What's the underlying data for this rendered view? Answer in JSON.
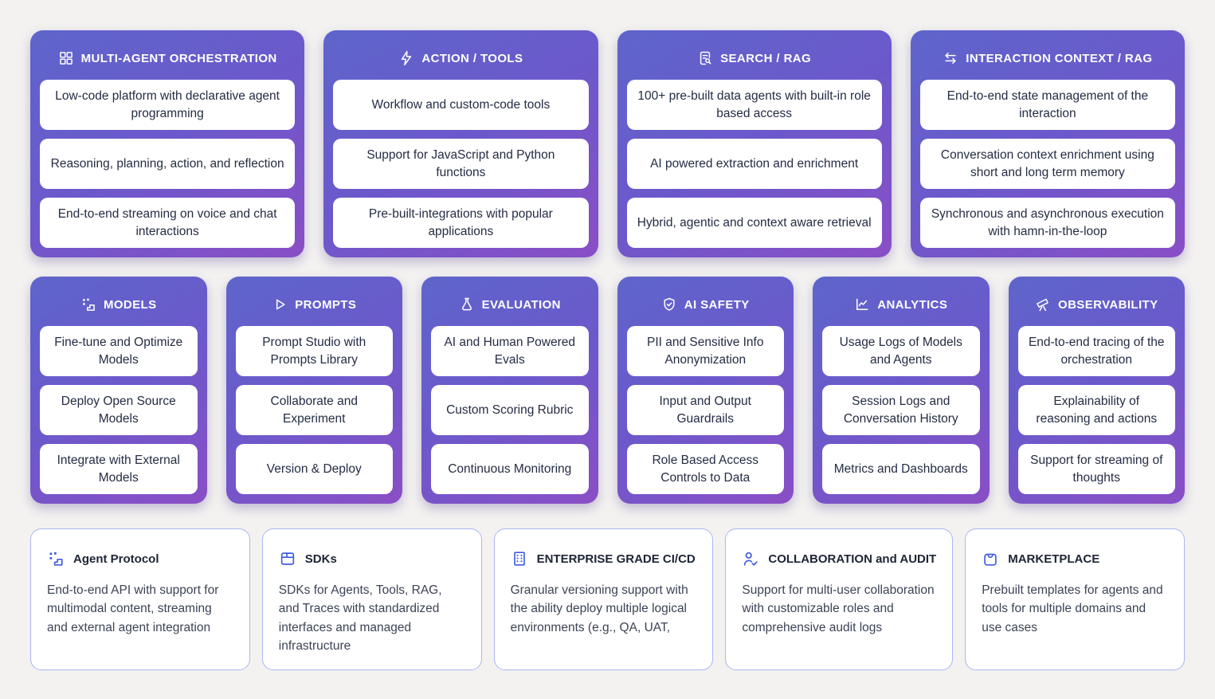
{
  "theme": {
    "page_background": "#f3f2f0",
    "card_gradient_start": "#5e65cb",
    "card_gradient_end": "#8a4ec6",
    "card_header_text": "#ffffff",
    "card_item_text": "#252c44",
    "outline_card_border": "#a9b7f0",
    "outline_card_title": "#1d2435",
    "outline_card_icon": "#3f5ce0",
    "outline_card_body": "#3c4356"
  },
  "feature_cards_row1": [
    {
      "title": "MULTI-AGENT ORCHESTRATION",
      "icon": "grid-icon",
      "items": [
        "Low-code platform with declarative agent programming",
        "Reasoning, planning, action, and reflection",
        "End-to-end streaming on voice and chat interactions"
      ]
    },
    {
      "title": "ACTION / TOOLS",
      "icon": "zap-icon",
      "items": [
        "Workflow and custom-code tools",
        "Support for JavaScript and Python functions",
        "Pre-built-integrations with popular applications"
      ]
    },
    {
      "title": "SEARCH / RAG",
      "icon": "document-search-icon",
      "items": [
        "100+ pre-built data agents with built-in role based access",
        "AI powered extraction and enrichment",
        "Hybrid, agentic and context aware retrieval"
      ]
    },
    {
      "title": "INTERACTION CONTEXT / RAG",
      "icon": "swap-arrows-icon",
      "items": [
        "End-to-end state management of the interaction",
        "Conversation context enrichment using short and long term memory",
        "Synchronous and asynchronous execution with hamn-in-the-loop"
      ]
    }
  ],
  "feature_cards_row2": [
    {
      "title": "MODELS",
      "icon": "pixel-steps-icon",
      "items": [
        "Fine-tune and Optimize Models",
        "Deploy Open Source Models",
        "Integrate with External Models"
      ]
    },
    {
      "title": "PROMPTS",
      "icon": "play-icon",
      "items": [
        "Prompt Studio with Prompts Library",
        "Collaborate and Experiment",
        "Version & Deploy"
      ]
    },
    {
      "title": "EVALUATION",
      "icon": "flask-icon",
      "items": [
        "AI and Human Powered Evals",
        "Custom Scoring Rubric",
        "Continuous Monitoring"
      ]
    },
    {
      "title": "AI SAFETY",
      "icon": "shield-check-icon",
      "items": [
        "PII and Sensitive Info Anonymization",
        "Input and Output Guardrails",
        "Role Based Access Controls to Data"
      ]
    },
    {
      "title": "ANALYTICS",
      "icon": "line-chart-icon",
      "items": [
        "Usage Logs of Models and Agents",
        "Session Logs and Conversation History",
        "Metrics and Dashboards"
      ]
    },
    {
      "title": "OBSERVABILITY",
      "icon": "telescope-icon",
      "items": [
        "End-to-end tracing of the orchestration",
        "Explainability of reasoning and actions",
        "Support for streaming of thoughts"
      ]
    }
  ],
  "platform_cards": [
    {
      "title": "Agent Protocol",
      "icon": "pixel-steps-icon",
      "description": "End-to-end API with support for multimodal content, streaming and external agent integration"
    },
    {
      "title": "SDKs",
      "icon": "window-icon",
      "description": "SDKs for Agents, Tools, RAG, and Traces with standardized interfaces and managed infrastructure"
    },
    {
      "title": "ENTERPRISE GRADE CI/CD",
      "icon": "building-icon",
      "description": "Granular versioning support with the ability deploy multiple logical environments (e.g., QA, UAT,"
    },
    {
      "title": "COLLABORATION and AUDIT",
      "icon": "user-check-icon",
      "description": "Support for multi-user collaboration with customizable roles and comprehensive audit logs"
    },
    {
      "title": "MARKETPLACE",
      "icon": "shopping-bag-icon",
      "description": "Prebuilt templates for agents and tools for multiple domains and use cases"
    }
  ]
}
